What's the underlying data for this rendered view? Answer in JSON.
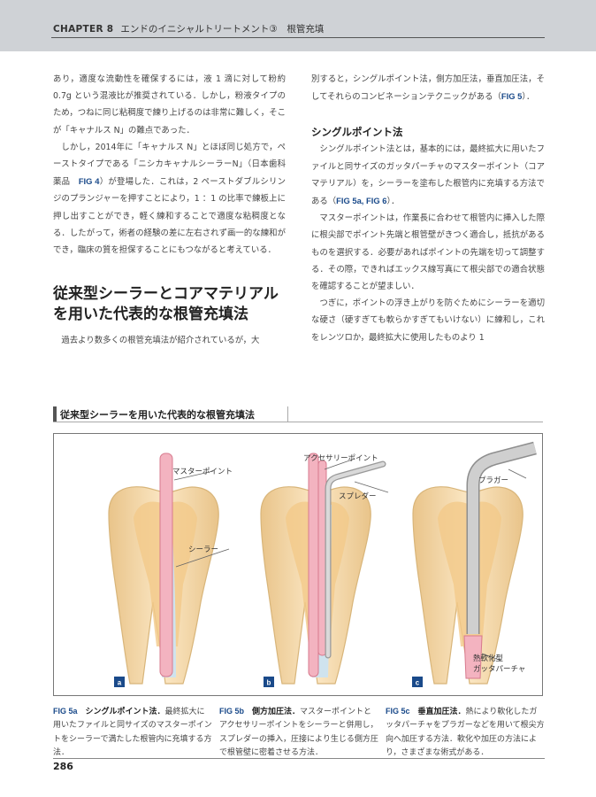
{
  "header": {
    "chapter": "CHAPTER 8",
    "title": "エンドのイニシャルトリートメント③　根管充填"
  },
  "left_column": {
    "p1": "あり，適度な流動性を確保するには，液 1 滴に対して粉約0.7g という混液比が推奨されている．しかし，粉液タイプのため，つねに同じ粘稠度で練り上げるのは非常に難しく，そこが「キャナルス N」の難点であった．",
    "p2_a": "しかし，2014年に「キャナルス N」とほぼ同じ処方で，ペーストタイプである「ニシカキャナルシーラーN」（日本歯科薬品　",
    "p2_ref": "FIG 4",
    "p2_b": "）が登場した．これは，2 ペーストダブルシリンジのプランジャーを押すことにより，1 ：1 の比率で練板上に押し出すことができ，軽く練和することで適度な粘稠度となる．したがって，術者の経験の差に左右されず画一的な練和ができ，臨床の質を担保することにもつながると考えている．",
    "section_heading": "従来型シーラーとコアマテリアルを用いた代表的な根管充填法",
    "p3": "過去より数多くの根管充填法が紹介されているが，大"
  },
  "right_column": {
    "p1_a": "別すると，シングルポイント法，側方加圧法，垂直加圧法，そしてそれらのコンビネーションテクニックがある（",
    "p1_ref": "FIG 5",
    "p1_b": "）．",
    "sub_heading": "シングルポイント法",
    "p2_a": "シングルポイント法とは，基本的には，最終拡大に用いたファイルと同サイズのガッタパーチャのマスターポイント（コアマテリアル）を，シーラーを塗布した根管内に充填する方法である（",
    "p2_ref": "FIG 5a, FIG 6",
    "p2_b": "）．",
    "p3": "マスターポイントは，作業長に合わせて根管内に挿入した際に根尖部でポイント先端と根管壁がきつく適合し，抵抗があるものを選択する．必要があればポイントの先端を切って調整する．その際，できればエックス線写真にて根尖部での適合状態を確認することが望ましい．",
    "p4": "つぎに，ポイントの浮き上がりを防ぐためにシーラーを適切な硬さ（硬すぎても軟らかすぎてもいけない）に練和し，これをレンツロか，最終拡大に使用したものより 1"
  },
  "figure": {
    "title": "従来型シーラーを用いた代表的な根管充填法",
    "labels": {
      "master_point": "マスターポイント",
      "sealer": "シーラー",
      "accessory_point": "アクセサリーポイント",
      "spreader": "スプレダー",
      "plugger": "プラガー",
      "softened_gp_1": "熱軟化型",
      "softened_gp_2": "ガッタパーチャ"
    },
    "panels": [
      "a",
      "b",
      "c"
    ]
  },
  "captions": [
    {
      "num": "FIG 5a",
      "title": "シングルポイント法．",
      "text": "最終拡大に用いたファイルと同サイズのマスターポイントをシーラーで満たした根管内に充填する方法．"
    },
    {
      "num": "FIG 5b",
      "title": "側方加圧法．",
      "text": "マスターポイントとアクセサリーポイントをシーラーと併用し，スプレダーの挿入，圧接により生じる側方圧で根管壁に密着させる方法．"
    },
    {
      "num": "FIG 5c",
      "title": "垂直加圧法．",
      "text": "熱により軟化したガッタパーチャをプラガーなどを用いて根尖方向へ加圧する方法．軟化や加圧の方法により，さまざまな術式がある．"
    }
  ],
  "footer": {
    "page": "286"
  },
  "colors": {
    "accent": "#1a4a8a",
    "tooth": "#f6dcae",
    "tooth_edge": "#d8b57a",
    "pulp": "#f2c98a",
    "gp": "#f3b3c0",
    "gp_edge": "#d77a8e",
    "instrument": "#c9c9c9"
  }
}
